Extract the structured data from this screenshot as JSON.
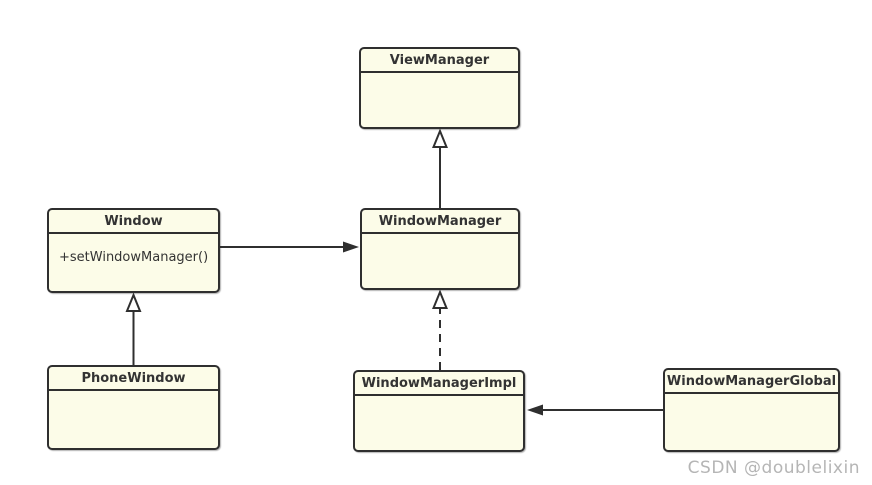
{
  "diagram": {
    "type": "uml-class-diagram",
    "watermark": "CSDN @doublelixin",
    "nodes": [
      {
        "id": "ViewManager",
        "title": "ViewManager",
        "members": []
      },
      {
        "id": "Window",
        "title": "Window",
        "members": [
          "+setWindowManager()"
        ]
      },
      {
        "id": "WindowManager",
        "title": "WindowManager",
        "members": []
      },
      {
        "id": "PhoneWindow",
        "title": "PhoneWindow",
        "members": []
      },
      {
        "id": "WindowManagerImpl",
        "title": "WindowManagerImpl",
        "members": []
      },
      {
        "id": "WindowManagerGlobal",
        "title": "WindowManagerGlobal",
        "members": []
      }
    ],
    "edges": [
      {
        "from": "WindowManager",
        "to": "ViewManager",
        "type": "generalization",
        "line": "solid",
        "arrowhead": "hollow-triangle"
      },
      {
        "from": "PhoneWindow",
        "to": "Window",
        "type": "generalization",
        "line": "solid",
        "arrowhead": "hollow-triangle"
      },
      {
        "from": "WindowManagerImpl",
        "to": "WindowManager",
        "type": "realization",
        "line": "dashed",
        "arrowhead": "hollow-triangle"
      },
      {
        "from": "Window",
        "to": "WindowManager",
        "type": "association",
        "line": "solid",
        "arrowhead": "filled-arrow"
      },
      {
        "from": "WindowManagerGlobal",
        "to": "WindowManagerImpl",
        "type": "association",
        "line": "solid",
        "arrowhead": "filled-arrow"
      }
    ],
    "colors": {
      "background": "#ffffff",
      "node_fill": "#fcfce8",
      "node_border": "#2f2f2f",
      "edge": "#2f2f2f",
      "watermark": "#b5b5b5"
    }
  }
}
